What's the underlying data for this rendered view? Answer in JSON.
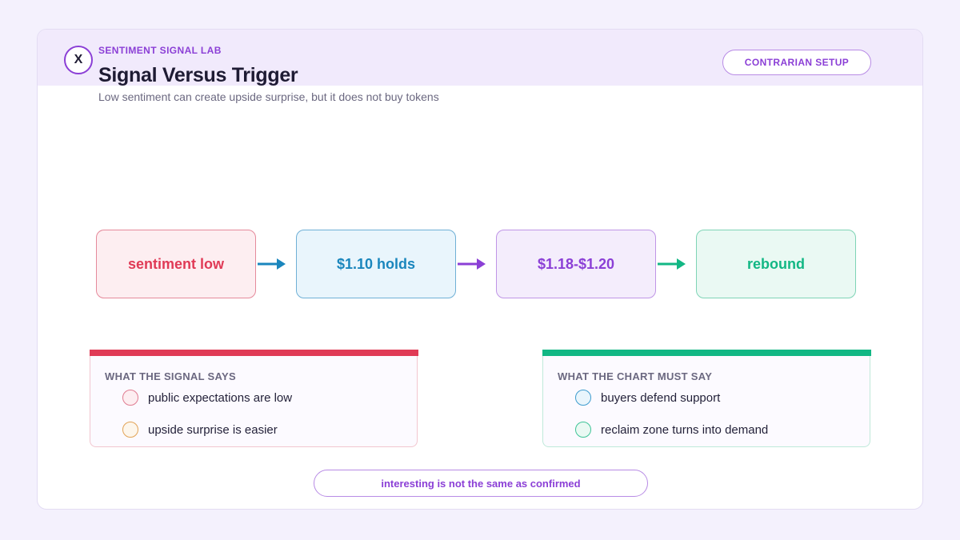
{
  "header": {
    "logo_text": "X",
    "eyebrow": "SENTIMENT SIGNAL LAB",
    "title": "Signal Versus Trigger",
    "subtitle": "Low sentiment can create upside surprise, but it does not buy tokens",
    "badge": "CONTRARIAN SETUP"
  },
  "flow": [
    {
      "label": "sentiment low",
      "text_color": "#e03a56",
      "border_color": "#e58a9b",
      "fill_color": "#fdeef1"
    },
    {
      "label": "$1.10 holds",
      "text_color": "#1a86bd",
      "border_color": "#6fb0d6",
      "fill_color": "#e9f5fc"
    },
    {
      "label": "$1.18-$1.20",
      "text_color": "#8b3fd6",
      "border_color": "#bf95e6",
      "fill_color": "#f4edfc"
    },
    {
      "label": "rebound",
      "text_color": "#12b784",
      "border_color": "#7fd4b6",
      "fill_color": "#eaf9f3"
    }
  ],
  "arrows": [
    {
      "color": "#1a86bd"
    },
    {
      "color": "#8b3fd6"
    },
    {
      "color": "#12b784"
    }
  ],
  "panels": {
    "signal": {
      "heading": "WHAT THE SIGNAL SAYS",
      "accent": "#e03a56",
      "border": "#f2c6cf",
      "items": [
        {
          "text": "public expectations are low",
          "dot_border": "#e07c91",
          "dot_fill": "#fdeef1"
        },
        {
          "text": "upside surprise is easier",
          "dot_border": "#e2a356",
          "dot_fill": "#fdf6ec"
        }
      ]
    },
    "chart": {
      "heading": "WHAT THE CHART MUST SAY",
      "accent": "#12b784",
      "border": "#bfe9da",
      "items": [
        {
          "text": "buyers defend support",
          "dot_border": "#3f9ccf",
          "dot_fill": "#e9f5fc"
        },
        {
          "text": "reclaim zone turns into demand",
          "dot_border": "#3fc497",
          "dot_fill": "#eaf9f3"
        }
      ]
    }
  },
  "footer": {
    "text": "interesting is not the same as confirmed"
  }
}
